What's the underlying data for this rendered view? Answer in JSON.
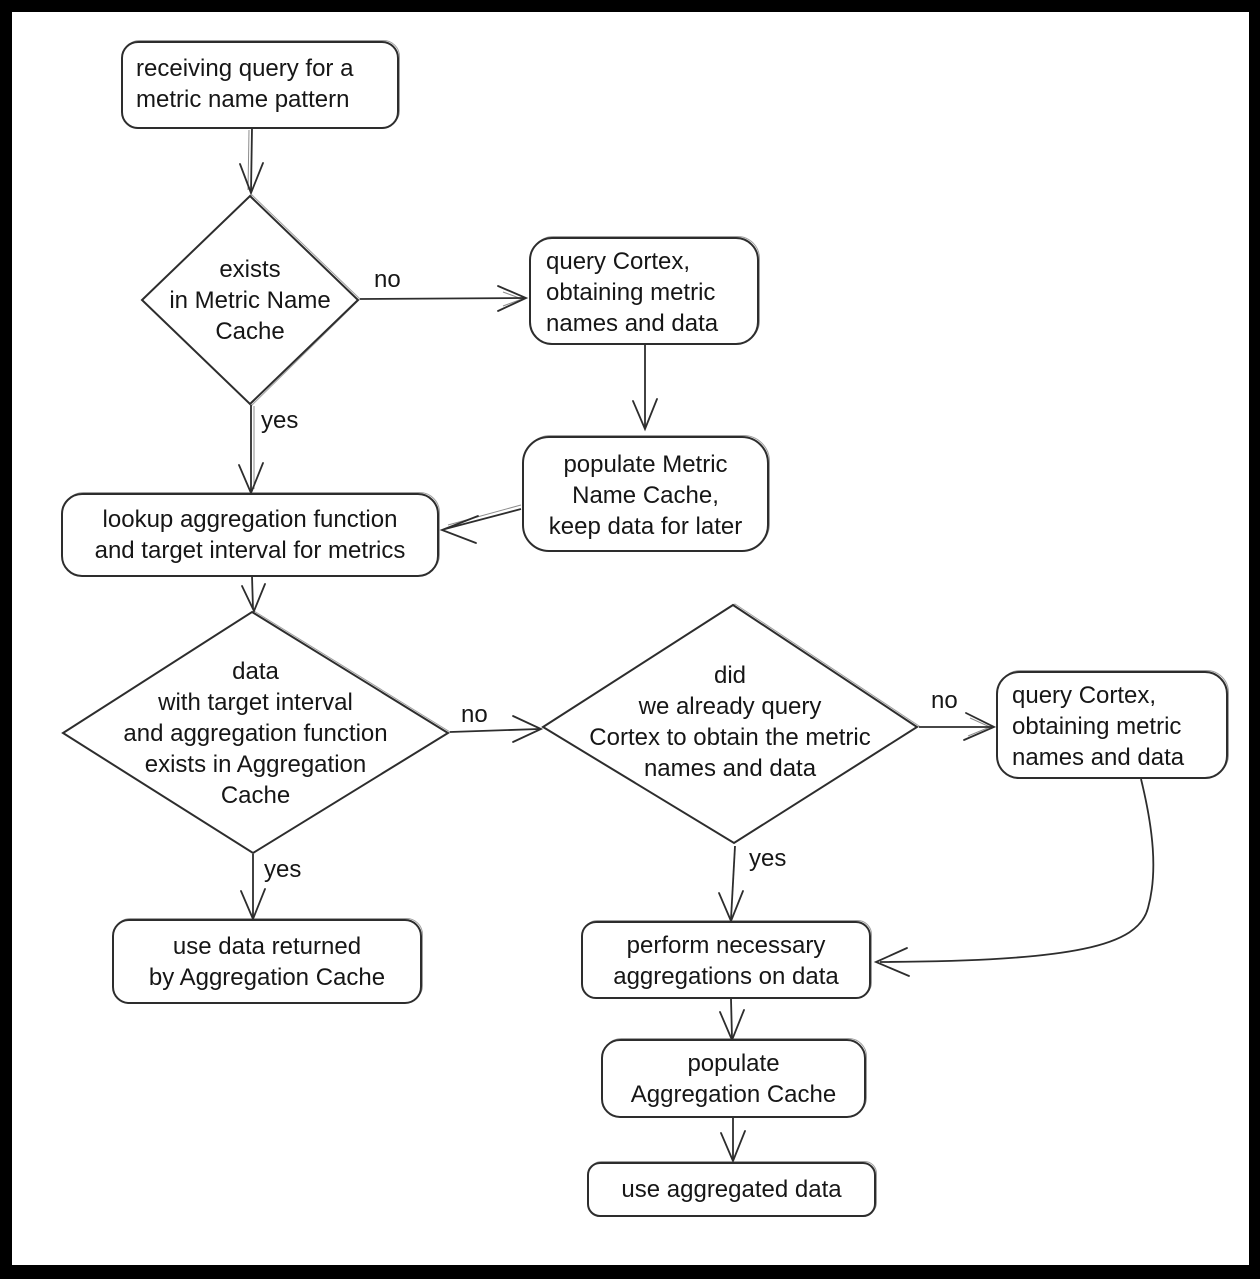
{
  "diagram": {
    "kind": "flowchart",
    "colors": {
      "stroke": "#2d2d2d",
      "background": "#ffffff",
      "frame": "#000000",
      "text": "#161616"
    },
    "nodes": {
      "receive_query": {
        "type": "process",
        "label": "receiving query for a\nmetric name pattern"
      },
      "exists_metric_name_cache": {
        "type": "decision",
        "label": "exists\nin Metric Name\nCache"
      },
      "query_cortex_top": {
        "type": "process",
        "label": "query Cortex,\nobtaining metric\nnames and data"
      },
      "populate_metric_name_cache": {
        "type": "process",
        "label": "populate Metric\nName Cache,\nkeep data for later"
      },
      "lookup_aggregation": {
        "type": "process",
        "label": "lookup aggregation function\nand target interval for metrics"
      },
      "data_in_aggregation_cache": {
        "type": "decision",
        "label": "data\nwith target interval\nand aggregation function\nexists in Aggregation\nCache"
      },
      "already_queried_cortex": {
        "type": "decision",
        "label": "did\nwe already query\nCortex to obtain the metric\nnames and data"
      },
      "query_cortex_right": {
        "type": "process",
        "label": "query Cortex,\nobtaining metric\nnames and data"
      },
      "use_aggregation_cache_data": {
        "type": "process",
        "label": "use data returned\nby Aggregation Cache"
      },
      "perform_aggregations": {
        "type": "process",
        "label": "perform necessary\naggregations on data"
      },
      "populate_aggregation_cache": {
        "type": "process",
        "label": "populate\nAggregation Cache"
      },
      "use_aggregated_data": {
        "type": "process",
        "label": "use aggregated data"
      }
    },
    "edge_labels": {
      "no_metric_cache": "no",
      "yes_metric_cache": "yes",
      "no_agg_cache": "no",
      "yes_agg_cache": "yes",
      "no_already_queried": "no",
      "yes_already_queried": "yes"
    }
  }
}
